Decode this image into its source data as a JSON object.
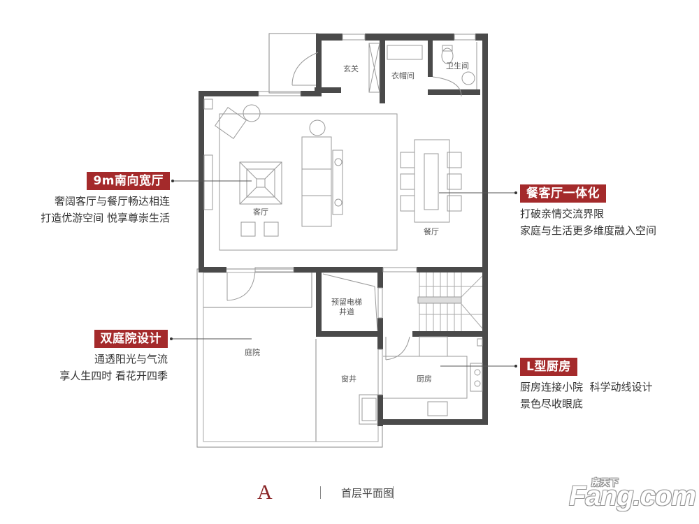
{
  "plan": {
    "title": "首层平面图",
    "type_letter": "A",
    "colors": {
      "wall": "#4a4a4a",
      "line": "#888888",
      "badge": "#a42a2b",
      "text": "#333333"
    },
    "rooms": {
      "entrance": "玄关",
      "cloakroom": "衣帽间",
      "bathroom": "卫生间",
      "living_room": "客厅",
      "dining_room": "餐厅",
      "elevator_line1": "预留电梯",
      "elevator_line2": "井道",
      "courtyard": "庭院",
      "window_well": "窗井",
      "kitchen": "厨房"
    }
  },
  "callouts": [
    {
      "title": "9m南向宽厅",
      "lines": [
        "奢阔客厅与餐厅畅达相连",
        "打造优游空间 悦享尊崇生活"
      ]
    },
    {
      "title": "餐客厅一体化",
      "lines": [
        "打破亲情交流界限",
        "家庭与生活更多维度融入空间"
      ]
    },
    {
      "title": "双庭院设计",
      "lines": [
        "通透阳光与气流",
        "享人生四时 看花开四季"
      ]
    },
    {
      "title": "L型厨房",
      "lines": [
        "厨房连接小院  科学动线设计",
        "景色尽收眼底"
      ]
    }
  ],
  "watermark": {
    "main": "Fang.com",
    "sub": "房天下"
  }
}
